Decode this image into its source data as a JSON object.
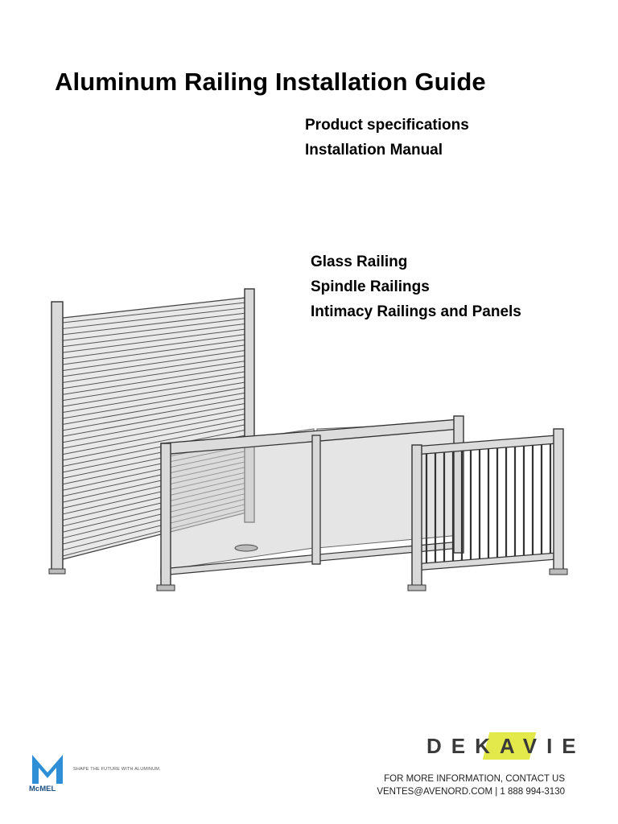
{
  "header": {
    "title": "Aluminum Railing Installation Guide",
    "subtitle_lines": [
      "Product  specifications",
      "Installation Manual"
    ]
  },
  "products": [
    "Glass Railing",
    "Spindle Railings",
    "Intimacy Railings and Panels"
  ],
  "footer": {
    "mcmel": {
      "brand": "McMEL",
      "tagline": "SHAPE THE FUTURE WITH ALUMINUM."
    },
    "dekavie": {
      "brand": "DEKAVIE",
      "accent_color": "#e4e94b"
    },
    "contact": {
      "line1": "FOR MORE INFORMATION, CONTACT US",
      "line2": "VENTES@AVENORD.COM | 1 888 994-3130"
    }
  }
}
